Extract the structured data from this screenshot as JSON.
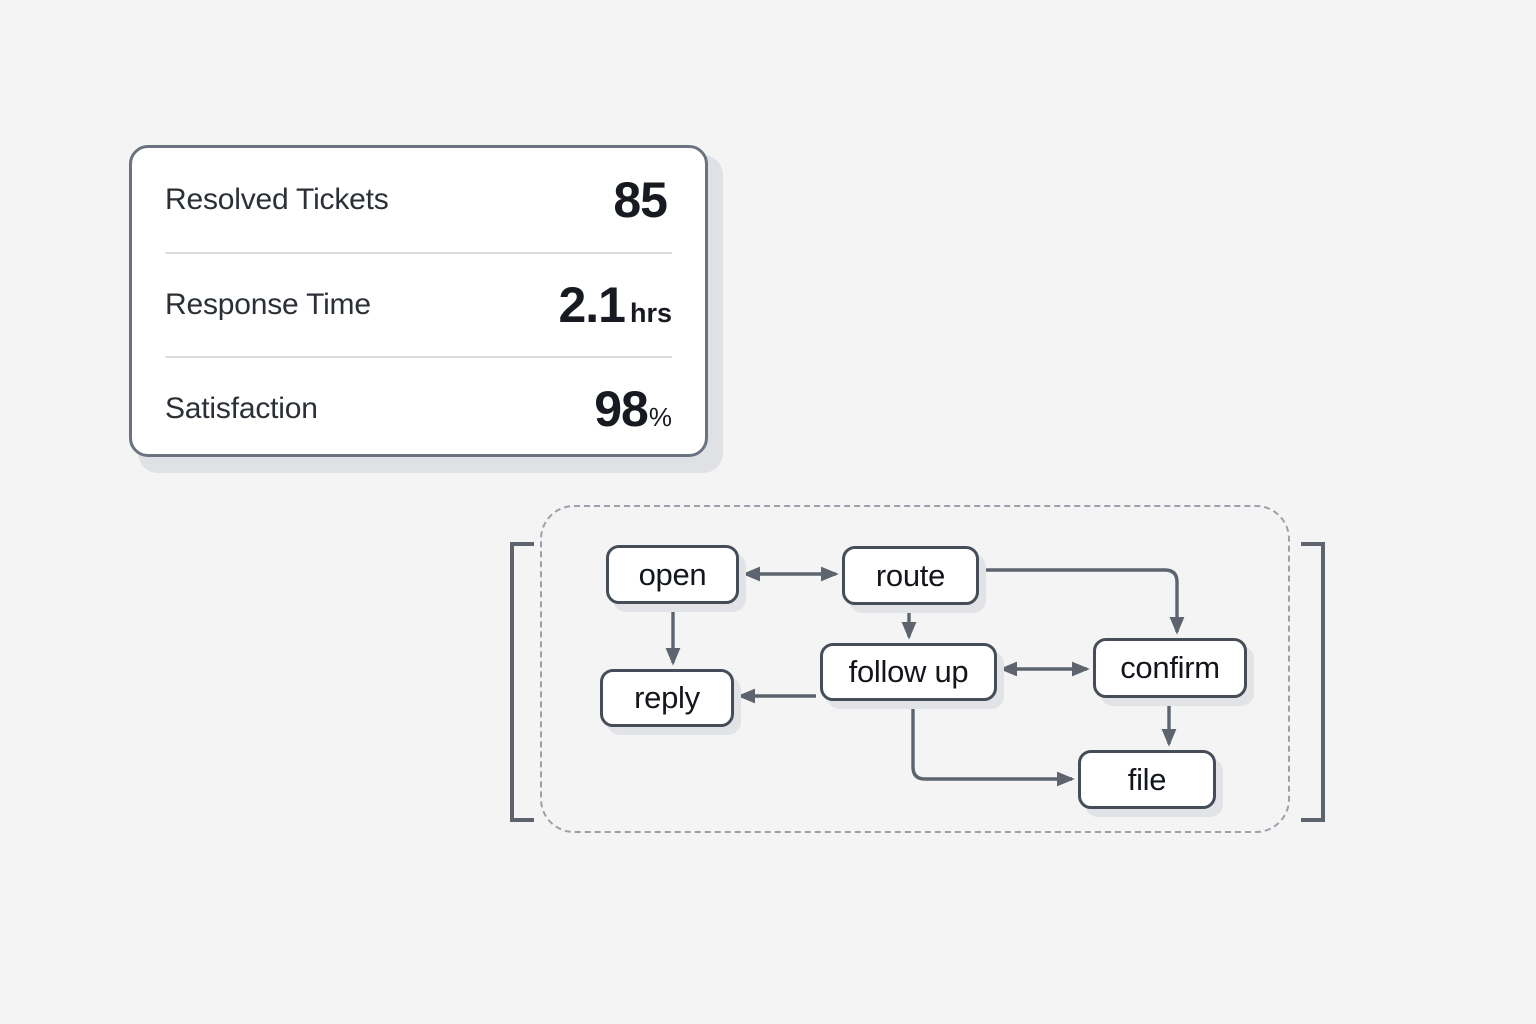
{
  "page": {
    "background_color": "#f4f4f4",
    "accent_color": "#454d58",
    "border_color": "#6b7280",
    "muted_color": "#9aa1ab"
  },
  "metrics_card": {
    "rows": [
      {
        "label": "Resolved Tickets",
        "value": "85",
        "unit": ""
      },
      {
        "label": "Response Time",
        "value": "2.1",
        "unit": "hrs"
      },
      {
        "label": "Satisfaction",
        "value": "98",
        "unit": "%"
      }
    ]
  },
  "flow_diagram": {
    "nodes": [
      {
        "id": "open",
        "label": "open"
      },
      {
        "id": "route",
        "label": "route"
      },
      {
        "id": "reply",
        "label": "reply"
      },
      {
        "id": "follow_up",
        "label": "follow up"
      },
      {
        "id": "confirm",
        "label": "confirm"
      },
      {
        "id": "file",
        "label": "file"
      }
    ],
    "edges": [
      {
        "from": "open",
        "to": "route",
        "type": "bidirectional"
      },
      {
        "from": "open",
        "to": "reply",
        "type": "directed"
      },
      {
        "from": "route",
        "to": "follow_up",
        "type": "directed"
      },
      {
        "from": "route",
        "to": "confirm",
        "type": "directed"
      },
      {
        "from": "follow_up",
        "to": "reply",
        "type": "directed"
      },
      {
        "from": "follow_up",
        "to": "confirm",
        "type": "bidirectional"
      },
      {
        "from": "follow_up",
        "to": "file",
        "type": "directed"
      },
      {
        "from": "confirm",
        "to": "file",
        "type": "directed"
      }
    ],
    "brackets": {
      "left": "[",
      "right": "]"
    }
  }
}
